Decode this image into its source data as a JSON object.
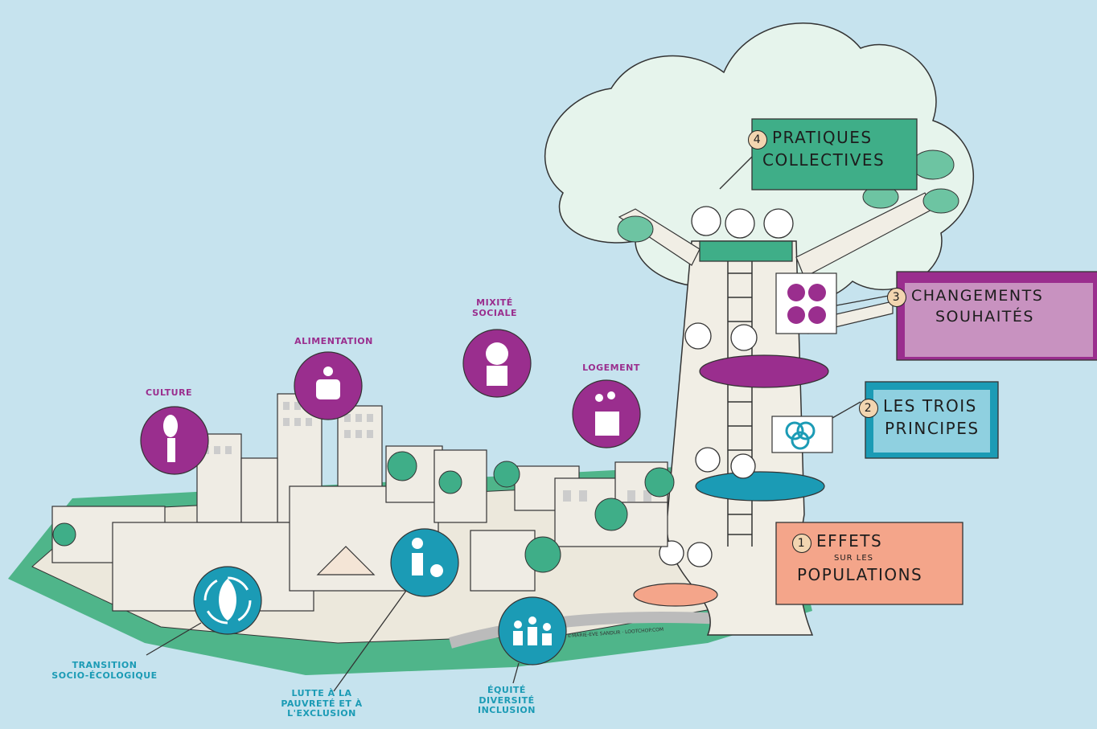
{
  "themes": {
    "culture": "CULTURE",
    "alimentation": "ALIMENTATION",
    "mixite": [
      "MIXITÉ",
      "SOCIALE"
    ],
    "logement": "LOGEMENT",
    "transition": [
      "TRANSITION",
      "SOCIO-ÉCOLOGIQUE"
    ],
    "lutte": [
      "LUTTE À LA",
      "PAUVRETÉ ET À",
      "L'EXCLUSION"
    ],
    "equite": [
      "ÉQUITÉ",
      "DIVERSITÉ",
      "INCLUSION"
    ]
  },
  "signs": {
    "pratiques": {
      "num": "4",
      "line1": "PRATIQUES",
      "line2": "COLLECTIVES"
    },
    "changements": {
      "num": "3",
      "line1": "CHANGEMENTS",
      "line2": "SOUHAITÉS"
    },
    "principes": {
      "num": "2",
      "line1": "LES TROIS",
      "line2": "PRINCIPES"
    },
    "effets": {
      "num": "1",
      "line1": "EFFETS",
      "line_small": "SUR LES",
      "line2": "POPULATIONS"
    }
  },
  "credit": "©MARIE-EVE SANDUR · LOOTCHOP.COM",
  "colors": {
    "purple": "#9a2e8e",
    "teal": "#1b9bb5",
    "green": "#3fae88",
    "salmon": "#f4a58a",
    "sky": "#c6e3ee"
  }
}
